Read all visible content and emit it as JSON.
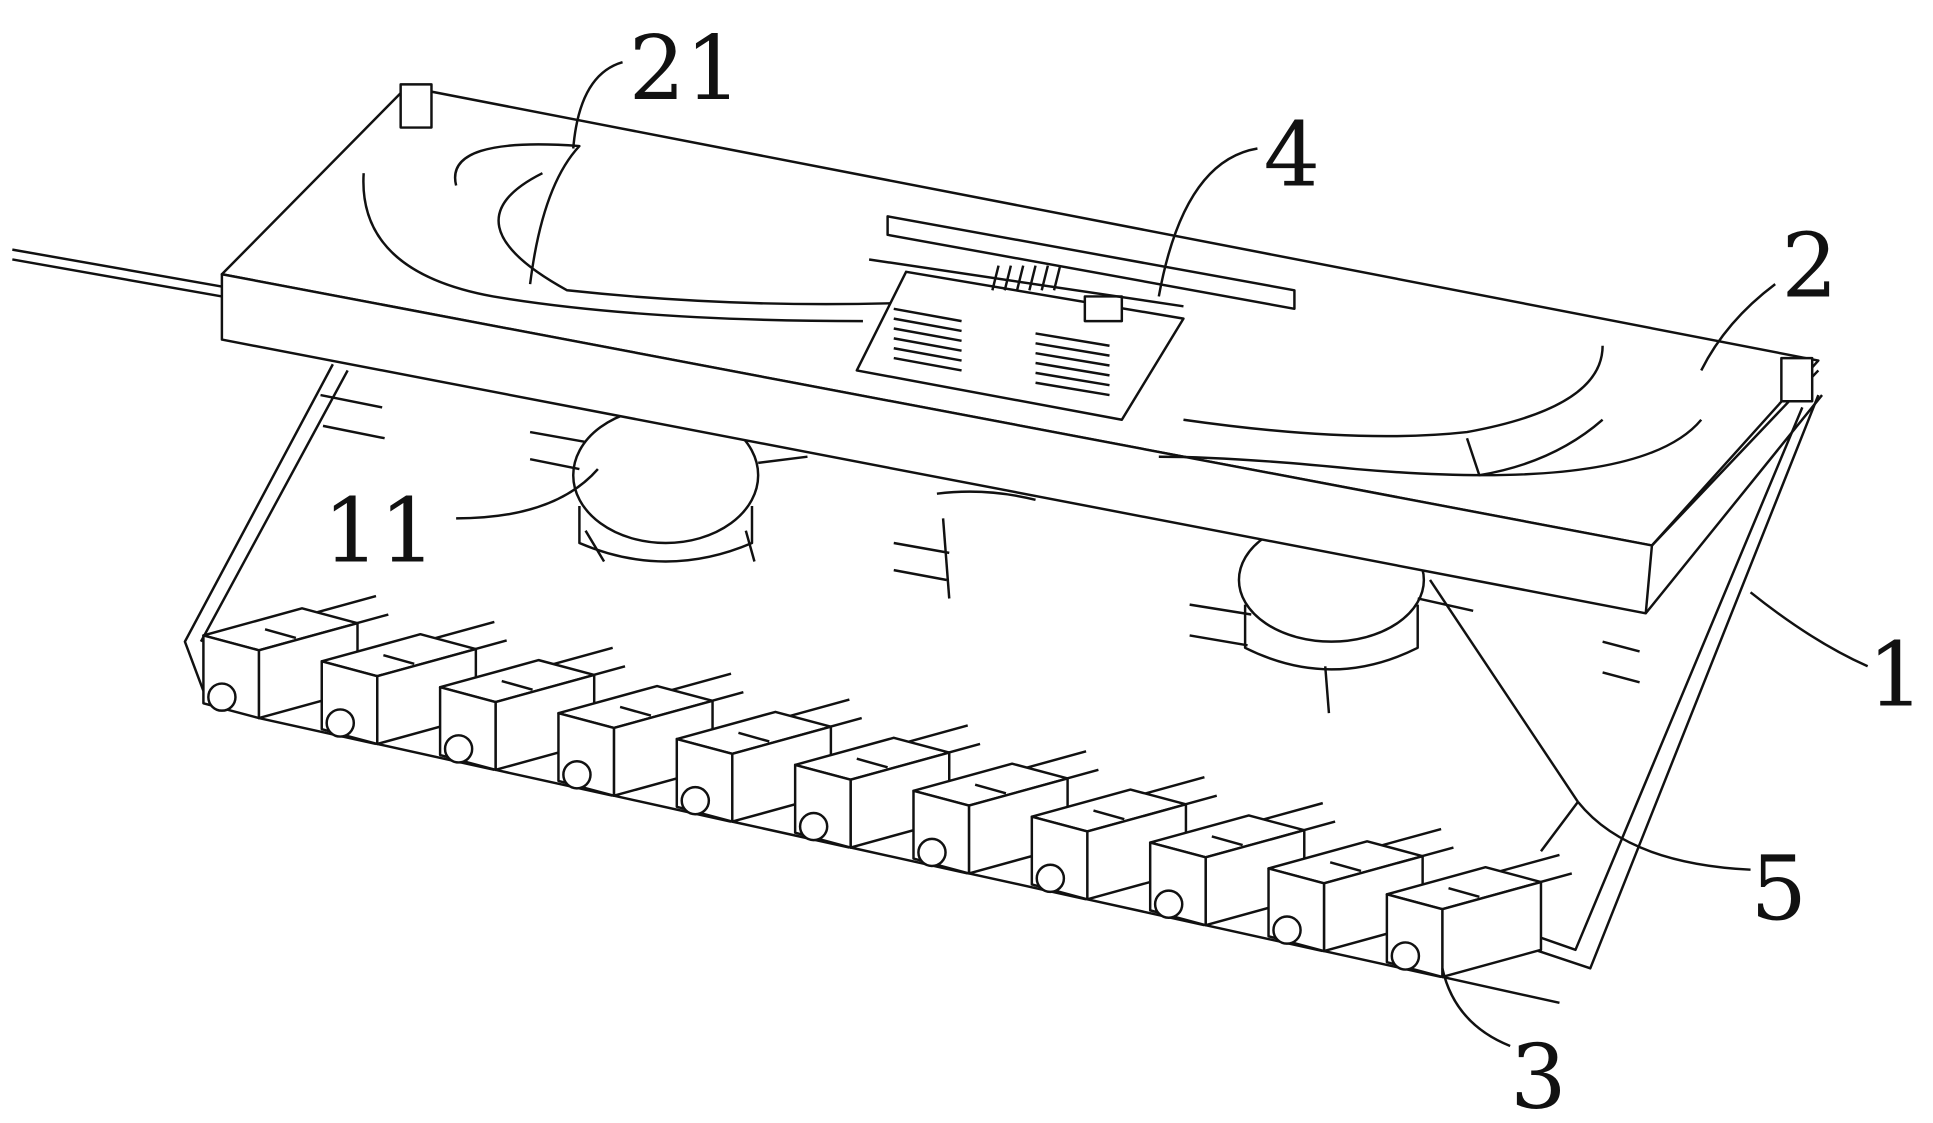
{
  "figure": {
    "labels": {
      "l21": "21",
      "l4": "4",
      "l2": "2",
      "l11": "11",
      "l1": "1",
      "l5": "5",
      "l3": "3"
    },
    "connector_count": 11,
    "colors": {
      "line": "#111111",
      "background": "#ffffff"
    }
  }
}
